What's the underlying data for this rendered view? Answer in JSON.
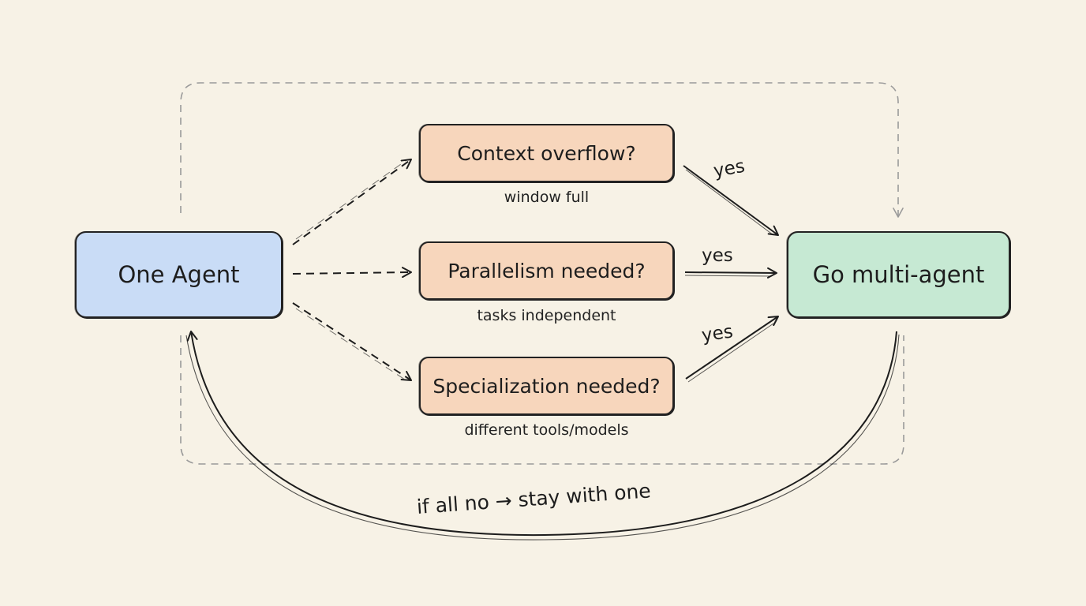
{
  "nodes": {
    "start": "One Agent",
    "end": "Go multi-agent"
  },
  "questions": [
    {
      "label": "Context overflow?",
      "note": "window full",
      "edge_label": "yes"
    },
    {
      "label": "Parallelism needed?",
      "note": "tasks independent",
      "edge_label": "yes"
    },
    {
      "label": "Specialization needed?",
      "note": "different tools/models",
      "edge_label": "yes"
    }
  ],
  "loop_label": "if all no → stay with one",
  "colors": {
    "background": "#f7f2e6",
    "start_fill": "#c9dcf6",
    "question_fill": "#f7d6bc",
    "end_fill": "#c6e9d3",
    "stroke": "#222222",
    "dashed_frame": "#9a9a9a"
  }
}
